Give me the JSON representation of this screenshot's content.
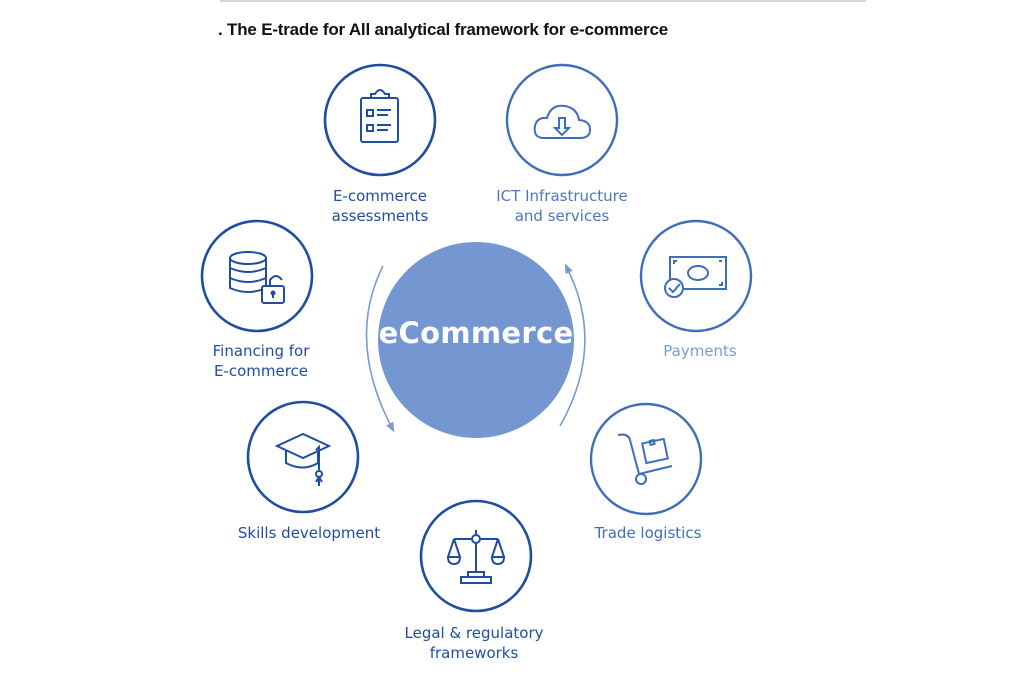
{
  "figure": {
    "title": ". The E-trade for All analytical framework for e-commerce"
  },
  "center": {
    "label": "eCommerce",
    "fill_color": "#7497D2"
  },
  "colors": {
    "dark_blue": "#1F4EA0",
    "mid_blue": "#3F6EB8",
    "light_blue": "#6A8FCC",
    "arrow": "#7A9AD3"
  },
  "nodes": [
    {
      "id": "assessments",
      "line1": "E-commerce",
      "line2": "assessments",
      "icon": "clipboard-icon"
    },
    {
      "id": "ict",
      "line1": "ICT Infrastructure",
      "line2": "and services",
      "icon": "cloud-download-icon"
    },
    {
      "id": "payments",
      "line1": "Payments",
      "line2": "",
      "icon": "banknote-check-icon"
    },
    {
      "id": "logistics",
      "line1": "Trade logistics",
      "line2": "",
      "icon": "hand-truck-icon"
    },
    {
      "id": "legal",
      "line1": "Legal & regulatory",
      "line2": "frameworks",
      "icon": "scales-icon"
    },
    {
      "id": "skills",
      "line1": "Skills development",
      "line2": "",
      "icon": "graduation-cap-icon"
    },
    {
      "id": "financing",
      "line1": "Financing for",
      "line2": "E-commerce",
      "icon": "database-lock-icon"
    }
  ]
}
